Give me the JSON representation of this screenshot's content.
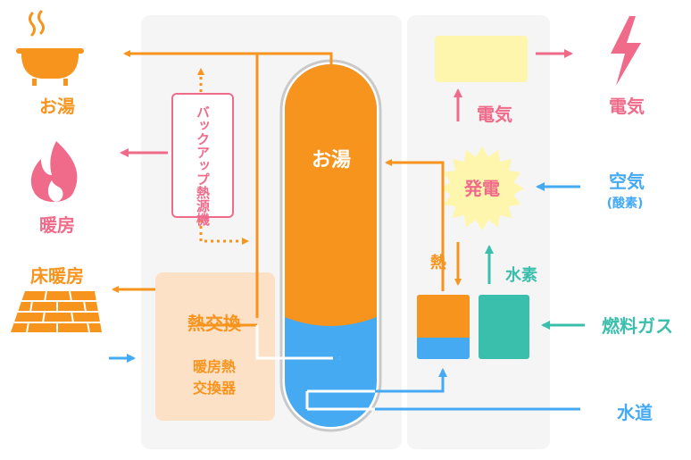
{
  "labels": {
    "hot_water_out": "お湯",
    "heating": "暖房",
    "floor_heating": "床暖房",
    "tank_hot_water": "お湯",
    "backup_heater": "バックアップ熱源機",
    "heat_exchange": "熱交換",
    "heat_exchanger_1": "暖房熱",
    "heat_exchanger_2": "交換器",
    "electricity_panel": "電気",
    "electricity_out": "電気",
    "generation": "発電",
    "air": "空気",
    "oxygen": "(酸素)",
    "heat": "熱",
    "hydrogen": "水素",
    "fuel_gas": "燃料ガス",
    "water_supply": "水道"
  },
  "colors": {
    "orange": "#f7941d",
    "pink": "#f06b8a",
    "blue": "#45aaf2",
    "teal": "#3bbfad",
    "cream": "#fff6ad",
    "peach": "#fde1c7",
    "panel": "#f5f5f5"
  },
  "icons": {
    "bathtub": "bathtub-icon",
    "flame": "flame-icon",
    "floor": "floor-heating-icon",
    "lightning": "lightning-icon",
    "starburst": "starburst-icon"
  }
}
